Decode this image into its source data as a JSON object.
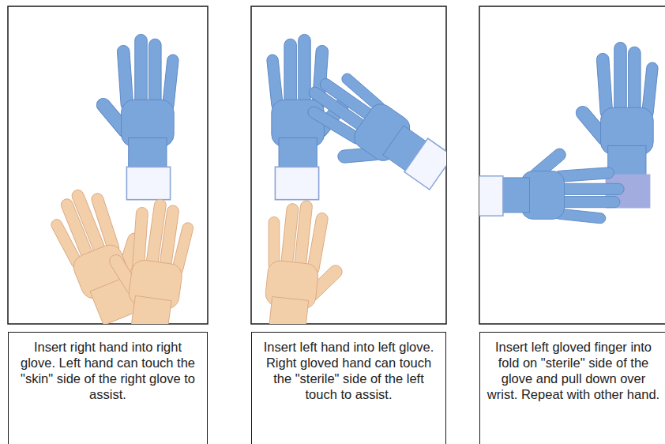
{
  "diagram": {
    "nodes": [
      {
        "text": [
          "Insert right hand into right glove. Left hand can touch the \"skin\" side of the right glove to assist."
        ]
      },
      {
        "text": [
          "Insert left hand into left glove. Right gloved hand can touch the \"sterile\" side of the left touch to assist."
        ]
      },
      {
        "text": [
          "Insert left gloved finger into fold on \"sterile\" side of the glove and pull down over wrist. Repeat with other hand."
        ]
      }
    ]
  }
}
